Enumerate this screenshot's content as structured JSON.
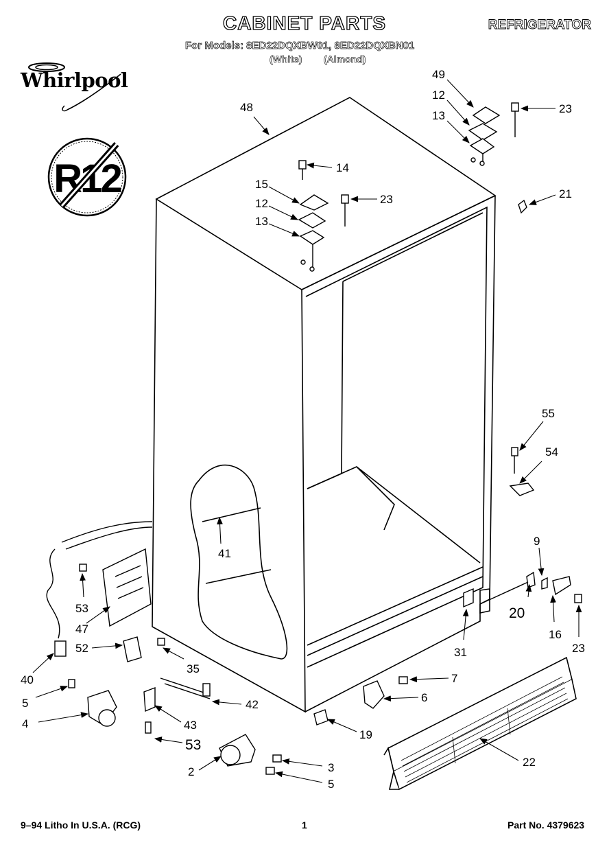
{
  "header": {
    "title": "CABINET PARTS",
    "product": "REFRIGERATOR",
    "models_line": "For Models: 8ED22DQXBW01, 8ED22DQXBN01",
    "color_white": "(White)",
    "color_almond": "(Almond)"
  },
  "brand": {
    "logo_text": "Whirlpool",
    "refrigerant_badge": "R12"
  },
  "callouts": {
    "c48": "48",
    "c49": "49",
    "c12a": "12",
    "c13a": "13",
    "c23a": "23",
    "c14": "14",
    "c15": "15",
    "c12b": "12",
    "c13b": "13",
    "c23b": "23",
    "c21": "21",
    "c55": "55",
    "c54": "54",
    "c41": "41",
    "c9": "9",
    "c20": "20",
    "c16": "16",
    "c23c": "23",
    "c31": "31",
    "c53a": "53",
    "c47": "47",
    "c52": "52",
    "c40": "40",
    "c35": "35",
    "c5a": "5",
    "c4": "4",
    "c42": "42",
    "c43": "43",
    "c53b": "53",
    "c7": "7",
    "c6": "6",
    "c19": "19",
    "c22": "22",
    "c2": "2",
    "c3": "3",
    "c5b": "5"
  },
  "footer": {
    "litho": "9–94 Litho In U.S.A. (RCG)",
    "page": "1",
    "part_no": "Part No. 4379623"
  }
}
